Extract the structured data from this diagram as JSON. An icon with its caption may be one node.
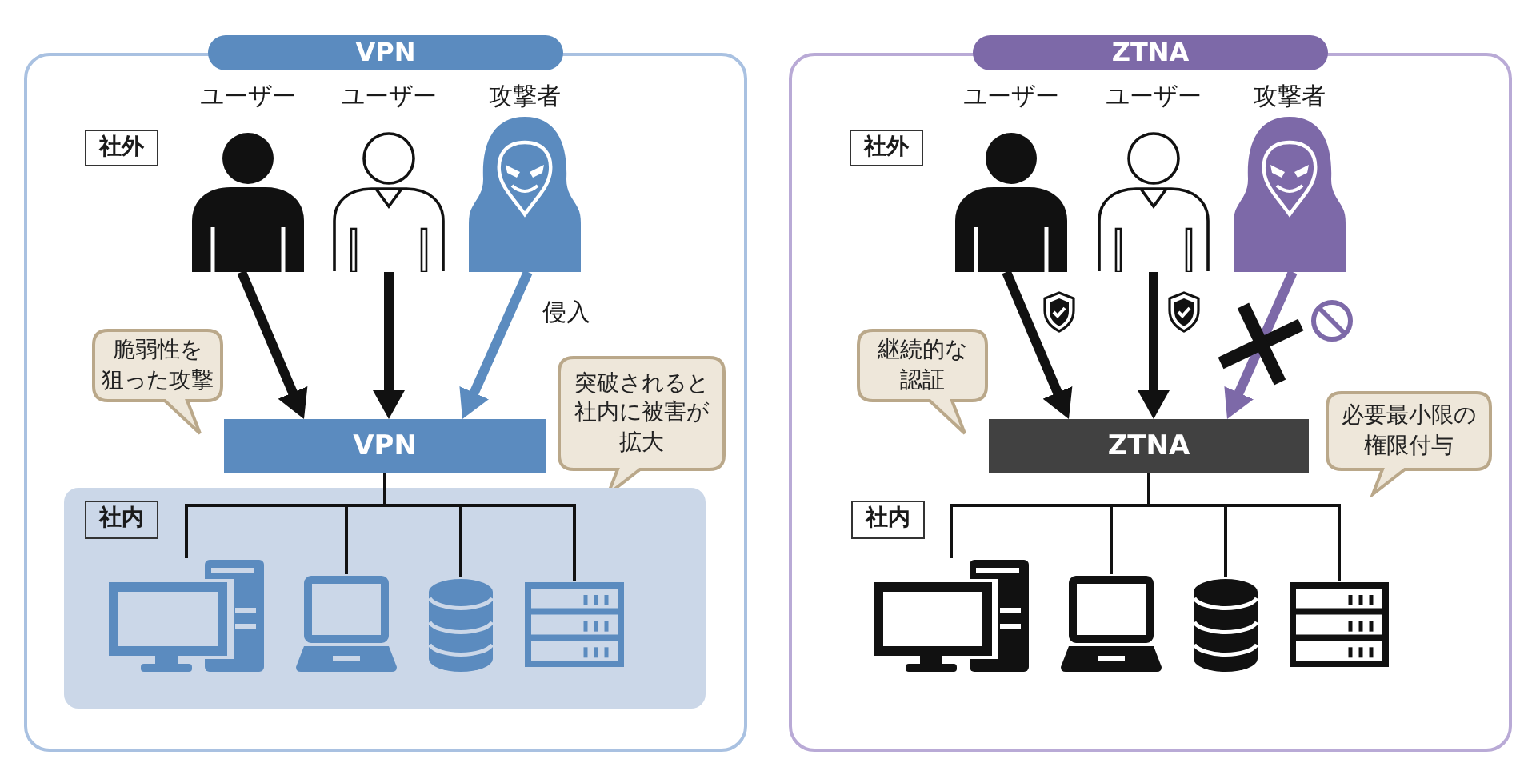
{
  "diagram": {
    "nodes": [
      {
        "text": [
          "VPN"
        ]
      },
      {
        "text": [
          "社外"
        ],
        "in": 0
      },
      {
        "text": [
          "ユーザー"
        ],
        "in": 0
      },
      {
        "text": [
          "ユーザー"
        ],
        "in": 0
      },
      {
        "text": [
          "攻撃者"
        ],
        "in": 0
      },
      {
        "text": [
          "脆弱性を狙った攻撃"
        ],
        "in": 0
      },
      {
        "text": [
          "VPN"
        ],
        "in": 0
      },
      {
        "text": [
          "突破されると社内に被害が拡大"
        ],
        "in": 0
      },
      {
        "text": [],
        "shape": "box",
        "in": 0
      },
      {
        "text": [
          "社内"
        ],
        "in": 8
      },
      {
        "text": [],
        "shape": "picture",
        "in": 8
      },
      {
        "text": [],
        "shape": "picture",
        "in": 8
      },
      {
        "text": [],
        "shape": "picture",
        "in": 8
      },
      {
        "text": [],
        "shape": "picture",
        "in": 8
      },
      {
        "text": [
          "ZTNA"
        ]
      },
      {
        "text": [
          "社外"
        ],
        "in": 14
      },
      {
        "text": [
          "ユーザー"
        ],
        "in": 14
      },
      {
        "text": [
          "ユーザー"
        ],
        "in": 14
      },
      {
        "text": [
          "攻撃者"
        ],
        "in": 14
      },
      {
        "text": [
          "継続的な認証"
        ],
        "in": 14
      },
      {
        "text": [
          "ZTNA"
        ],
        "in": 14
      },
      {
        "text": [
          "必要最小限の権限付与"
        ],
        "in": 14
      },
      {
        "text": [
          "社内"
        ],
        "in": 14
      },
      {
        "text": [],
        "shape": "picture",
        "in": 14
      },
      {
        "text": [],
        "shape": "picture",
        "in": 14
      },
      {
        "text": [],
        "shape": "picture",
        "in": 14
      },
      {
        "text": [],
        "shape": "picture",
        "in": 14
      }
    ],
    "edges": [
      {
        "from": 2,
        "to": 6,
        "arrow": "to",
        "style": "thick"
      },
      {
        "from": 3,
        "to": 6,
        "arrow": "to",
        "style": "thick"
      },
      {
        "from": 4,
        "to": 6,
        "arrow": "to",
        "style": "thick",
        "color": "#5b8bbf",
        "label": "侵入"
      },
      {
        "from": 6,
        "to": 10,
        "arrow": "none"
      },
      {
        "from": 6,
        "to": 11,
        "arrow": "none"
      },
      {
        "from": 6,
        "to": 12,
        "arrow": "none"
      },
      {
        "from": 6,
        "to": 13,
        "arrow": "none"
      },
      {
        "from": 16,
        "to": 20,
        "arrow": "to",
        "style": "thick"
      },
      {
        "from": 17,
        "to": 20,
        "arrow": "to",
        "style": "thick"
      },
      {
        "from": 18,
        "to": 20,
        "arrow": "to",
        "style": "thick",
        "color": "#7d69a8"
      },
      {
        "from": 20,
        "to": 23,
        "arrow": "none"
      },
      {
        "from": 20,
        "to": 24,
        "arrow": "none"
      },
      {
        "from": 20,
        "to": 25,
        "arrow": "none"
      },
      {
        "from": 20,
        "to": 26,
        "arrow": "none"
      }
    ]
  }
}
